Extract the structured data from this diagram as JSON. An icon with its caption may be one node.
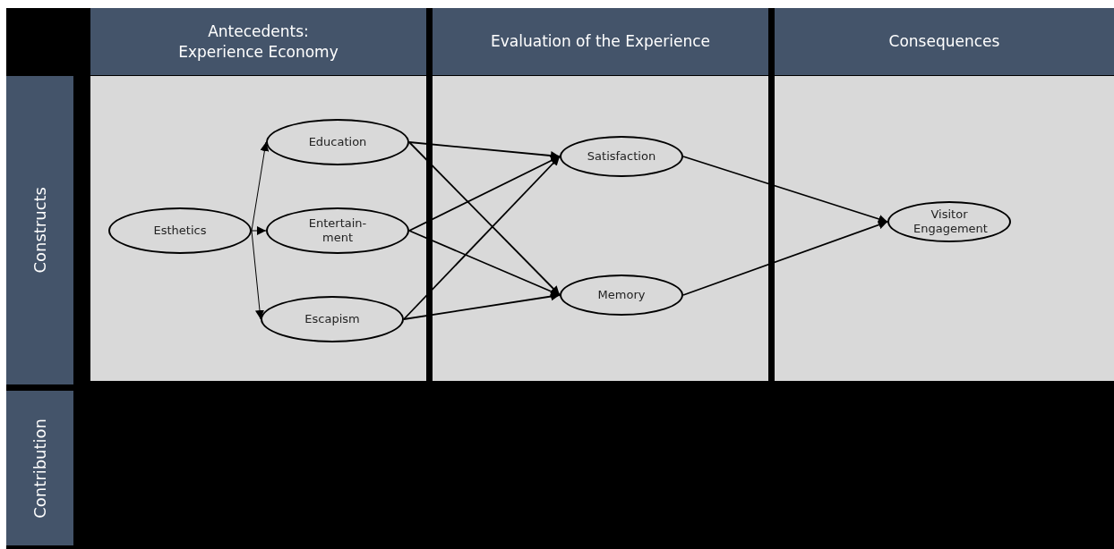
{
  "diagram": {
    "nodes": [
      {
        "text": [
          "Antecedents: Experience Economy"
        ]
      },
      {
        "text": [
          "Evaluation of the Experience"
        ]
      },
      {
        "text": [
          "Consequences"
        ]
      },
      {
        "text": [
          "Constructs"
        ]
      },
      {
        "text": [],
        "shape": "box"
      },
      {
        "text": [
          "Esthetics"
        ],
        "in": 4
      },
      {
        "text": [
          "Education"
        ],
        "in": 4
      },
      {
        "text": [
          "Entertain- ment"
        ],
        "in": 4
      },
      {
        "text": [
          "Escapism"
        ],
        "in": 4
      },
      {
        "text": [],
        "shape": "box"
      },
      {
        "text": [
          "Satisfaction"
        ],
        "in": 9
      },
      {
        "text": [
          "Memory"
        ],
        "in": 9
      },
      {
        "text": [],
        "shape": "box"
      },
      {
        "text": [
          "Visitor Engagement"
        ],
        "in": 12
      },
      {
        "text": [
          "Contribution"
        ]
      }
    ],
    "edges": [
      {
        "from": 5,
        "to": 6,
        "arrow": "to"
      },
      {
        "from": 5,
        "to": 7,
        "arrow": "to"
      },
      {
        "from": 5,
        "to": 8,
        "arrow": "to"
      },
      {
        "from": 6,
        "to": 10,
        "arrow": "to"
      },
      {
        "from": 6,
        "to": 11,
        "arrow": "to"
      },
      {
        "from": 7,
        "to": 10,
        "arrow": "to"
      },
      {
        "from": 7,
        "to": 11,
        "arrow": "to"
      },
      {
        "from": 8,
        "to": 10,
        "arrow": "to"
      },
      {
        "from": 8,
        "to": 11,
        "arrow": "to"
      },
      {
        "from": 10,
        "to": 13,
        "arrow": "to"
      },
      {
        "from": 11,
        "to": 13,
        "arrow": "to"
      }
    ]
  }
}
